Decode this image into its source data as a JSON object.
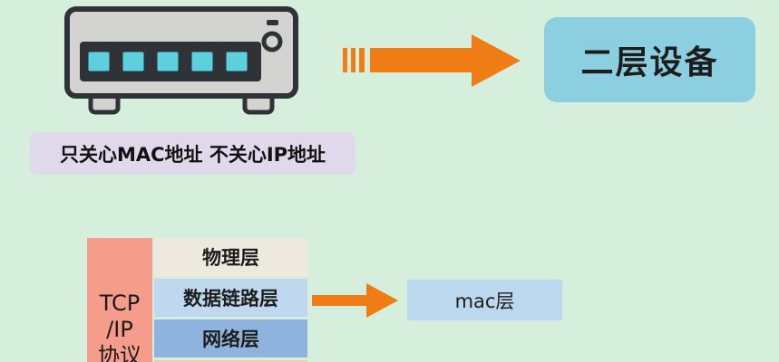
{
  "device": {
    "port_count": 5,
    "colors": {
      "body": "#d3d4d2",
      "outline": "#2f3338",
      "port": "#5cd0de"
    }
  },
  "top_arrow": {
    "color": "#ef7c14"
  },
  "l2_box": {
    "label": "二层设备",
    "color": "#8ccfe0"
  },
  "caption": {
    "text": "只关心MAC地址 不关心IP地址",
    "color": "#e0d9ec"
  },
  "stack": {
    "protocol_lines": [
      "TCP",
      "/IP",
      "协议"
    ],
    "layers": [
      {
        "label": "物理层",
        "color": "#ede9de"
      },
      {
        "label": "数据链路层",
        "color": "#bfd8ef"
      },
      {
        "label": "网络层",
        "color": "#8db3de"
      }
    ]
  },
  "bottom_arrow": {
    "color": "#ef7c14"
  },
  "mac_box": {
    "label": "mac层",
    "color": "#bcd8ef"
  }
}
